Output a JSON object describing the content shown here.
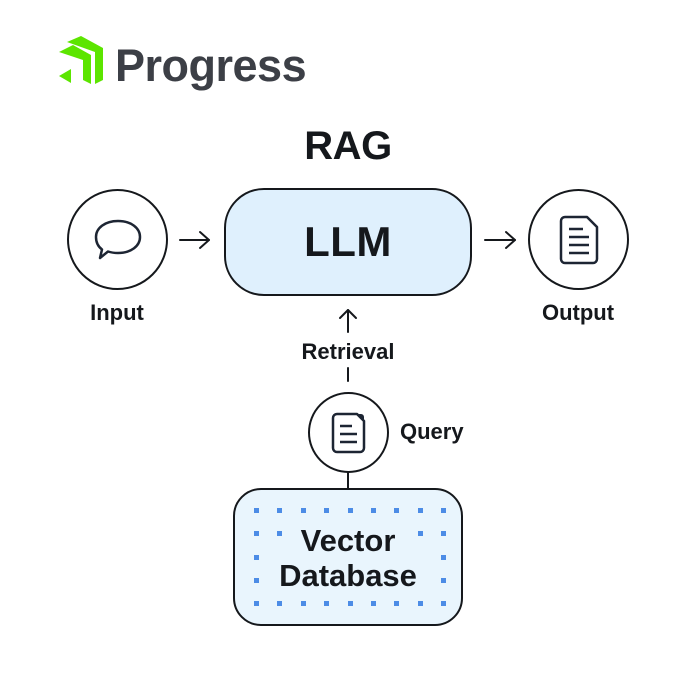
{
  "brand": {
    "name": "Progress",
    "logo_icon": "progress-chevron-logo-icon",
    "logo_color": "#5ce500",
    "text_color": "#3c3f46"
  },
  "diagram": {
    "title": "RAG",
    "nodes": {
      "input": {
        "label": "Input",
        "icon": "speech-bubble-icon"
      },
      "llm": {
        "label": "LLM",
        "fill": "#dff0fd"
      },
      "output": {
        "label": "Output",
        "icon": "document-icon"
      },
      "query": {
        "label": "Query",
        "icon": "document-icon"
      },
      "vector_db": {
        "label_line1": "Vector",
        "label_line2": "Database",
        "fill": "#e9f5fd",
        "dot_color": "#4c8ce6"
      }
    },
    "edges": [
      {
        "from": "input",
        "to": "llm",
        "style": "arrow"
      },
      {
        "from": "llm",
        "to": "output",
        "style": "arrow"
      },
      {
        "from": "query",
        "to": "llm",
        "style": "dashed-arrow",
        "label": "Retrieval"
      },
      {
        "from": "vector_db",
        "to": "query",
        "style": "line"
      }
    ],
    "retrieval_label": "Retrieval"
  }
}
